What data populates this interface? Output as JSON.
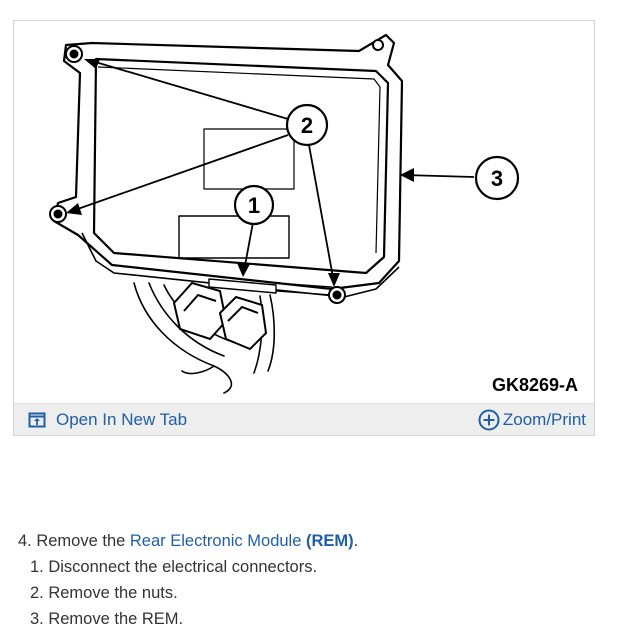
{
  "figure": {
    "label": "GK8269-A",
    "callouts": [
      "1",
      "2",
      "3"
    ]
  },
  "toolbar": {
    "open_tab_label": "Open In New Tab",
    "zoom_print_label": "Zoom/Print"
  },
  "procedure": {
    "step_prefix": "4. Remove the ",
    "step_link": "Rear Electronic Module",
    "step_abbrev": "(REM)",
    "step_suffix": ".",
    "substeps": [
      "1. Disconnect the electrical connectors.",
      "2. Remove the nuts.",
      "3. Remove the REM."
    ]
  },
  "colors": {
    "link": "#1f5fa8",
    "toolbar_bg": "#eeeeee",
    "text": "#333333"
  }
}
